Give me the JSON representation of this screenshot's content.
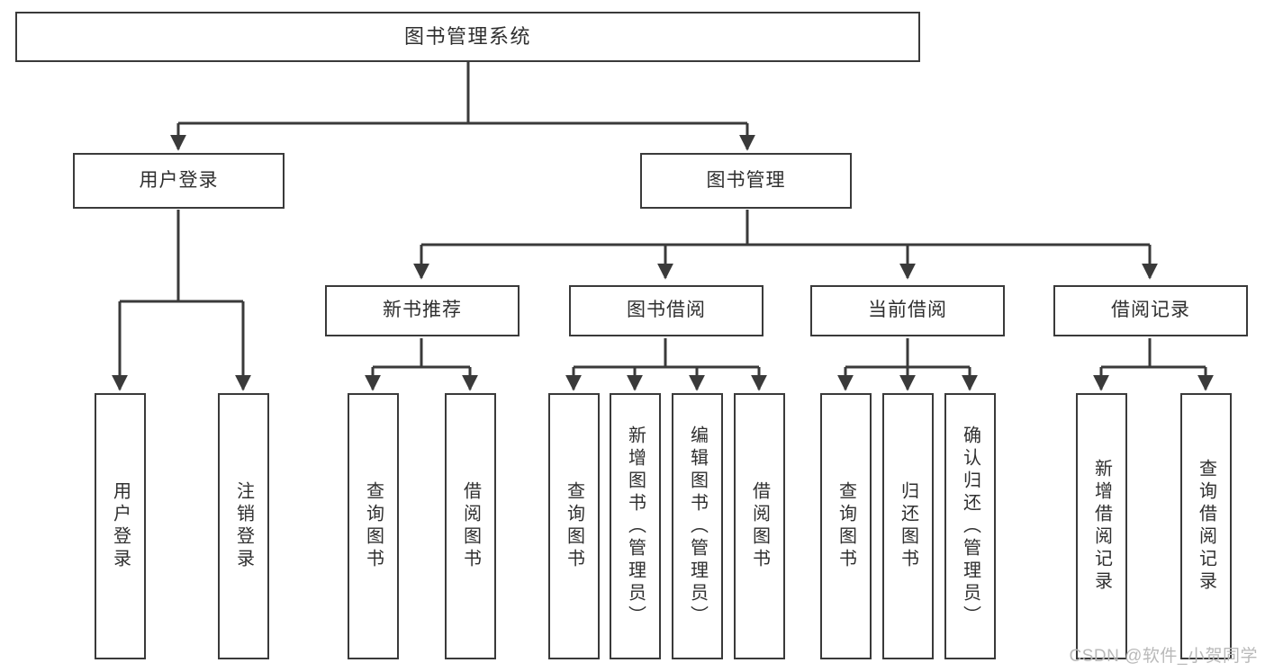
{
  "diagram": {
    "title": "图书管理系统",
    "type": "tree",
    "orientation": "top-down",
    "colors": {
      "background": "#ffffff",
      "node_fill": "#ffffff",
      "node_stroke": "#3a3a3a",
      "edge_stroke": "#3a3a3a",
      "text": "#2f2f2f",
      "watermark": "#b9b9b9"
    }
  },
  "root": {
    "label": "图书管理系统"
  },
  "level1": [
    {
      "label": "用户登录"
    },
    {
      "label": "图书管理"
    }
  ],
  "level2": [
    {
      "label": "新书推荐"
    },
    {
      "label": "图书借阅"
    },
    {
      "label": "当前借阅"
    },
    {
      "label": "借阅记录"
    }
  ],
  "leaves": {
    "user_login": [
      {
        "label": "用户登录"
      },
      {
        "label": "注销登录"
      }
    ],
    "new_book": [
      {
        "label": "查询图书"
      },
      {
        "label": "借阅图书"
      }
    ],
    "borrow_book": [
      {
        "label": "查询图书"
      },
      {
        "label": "新增图书（管理员）"
      },
      {
        "label": "编辑图书（管理员）"
      },
      {
        "label": "借阅图书"
      }
    ],
    "current_borrow": [
      {
        "label": "查询图书"
      },
      {
        "label": "归还图书"
      },
      {
        "label": "确认归还（管理员）"
      }
    ],
    "borrow_record": [
      {
        "label": "新增借阅记录"
      },
      {
        "label": "查询借阅记录"
      }
    ]
  },
  "watermark": {
    "text": "CSDN @软件_小贺同学"
  }
}
